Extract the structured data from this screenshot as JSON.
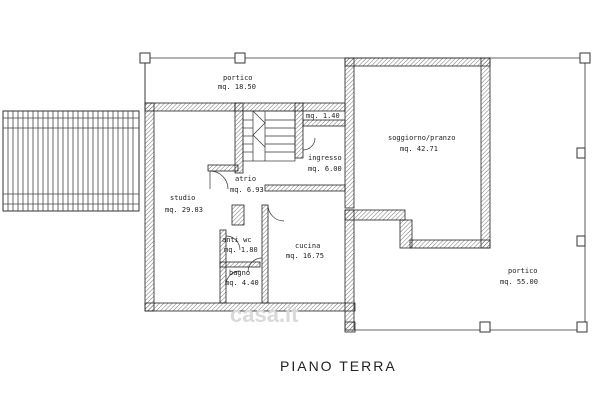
{
  "plan": {
    "title": "PIANO TERRA",
    "watermark": "casa.it",
    "rooms": {
      "portico_top": {
        "name": "portico",
        "area": "mq.  18.50"
      },
      "store": {
        "name": "",
        "area": "mq.  1.40"
      },
      "soggiorno": {
        "name": "soggiorno/pranzo",
        "area": "mq.  42.71"
      },
      "ingresso": {
        "name": "ingresso",
        "area": "mq.  6.00"
      },
      "atrio": {
        "name": "atrio",
        "area": "mq.  6.93"
      },
      "studio": {
        "name": "studio",
        "area": "mq.  29.83"
      },
      "antiwc": {
        "name": "anti  wc",
        "area": "mq.  1.80"
      },
      "cucina": {
        "name": "cucina",
        "area": "mq.  16.75"
      },
      "bagno": {
        "name": "bagno",
        "area": "mq.  4.40"
      },
      "portico_right": {
        "name": "portico",
        "area": "mq.  55.00"
      }
    }
  }
}
